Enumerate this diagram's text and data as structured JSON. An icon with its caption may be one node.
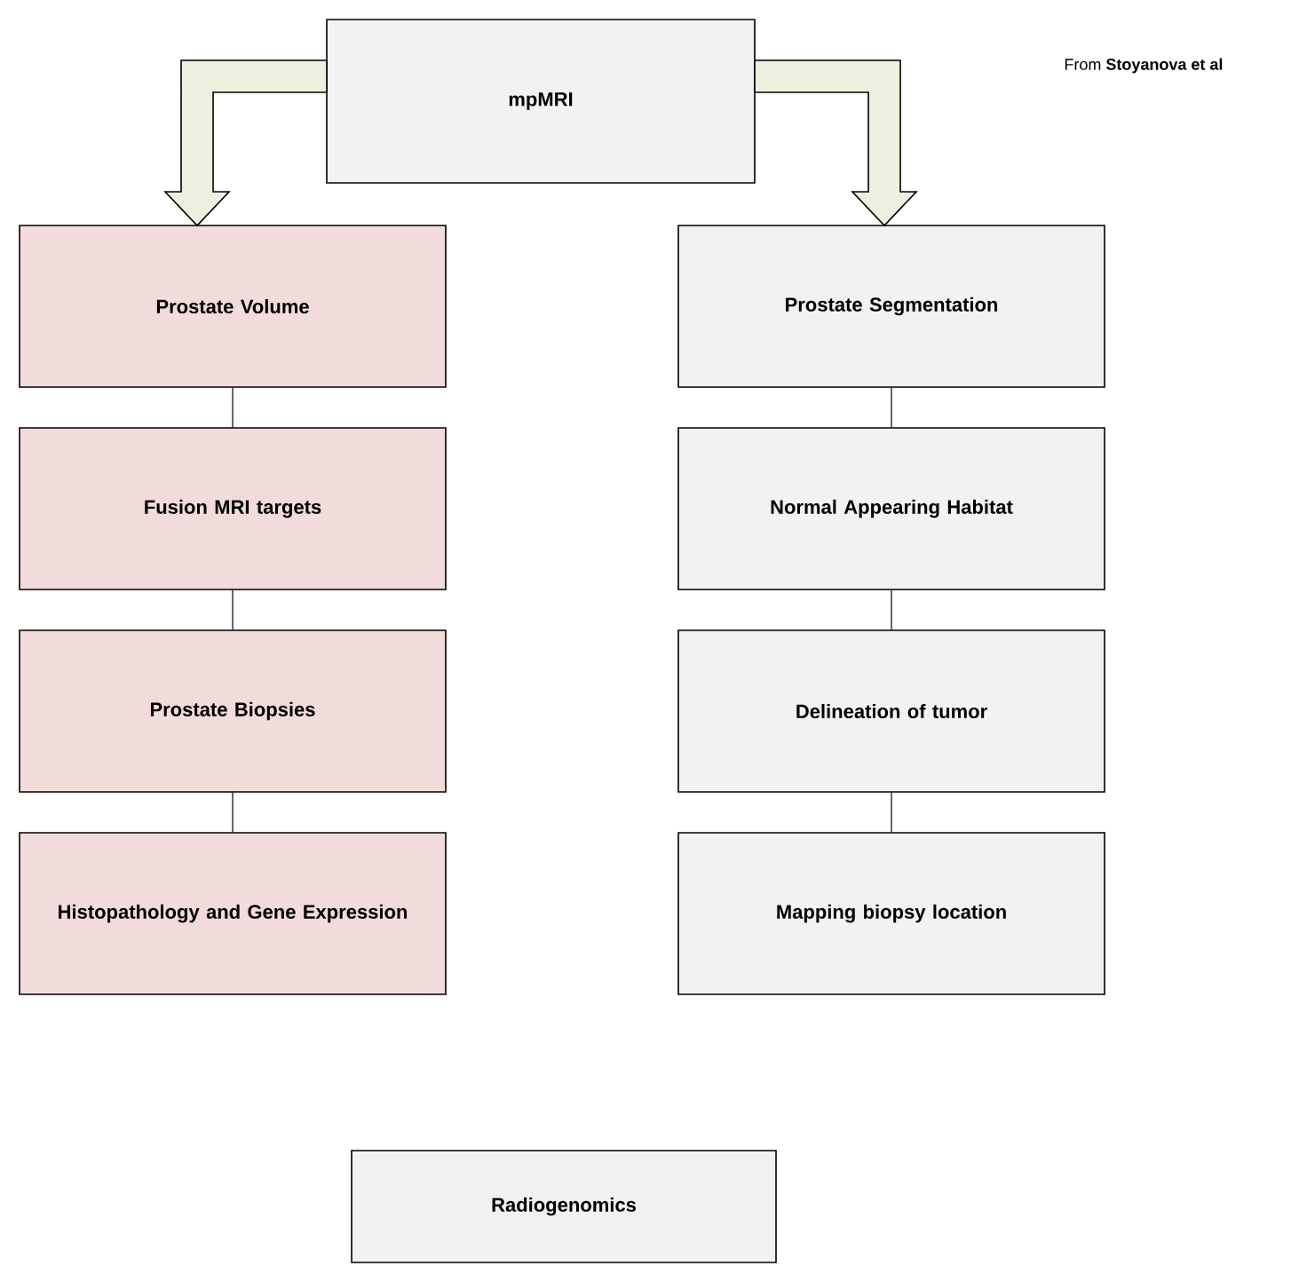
{
  "diagram": {
    "nodes": [
      {
        "text": [
          "mpMRI"
        ]
      },
      {
        "text": [
          "Prostate Volume"
        ]
      },
      {
        "text": [
          "Fusion MRI targets"
        ]
      },
      {
        "text": [
          "Prostate Biopsies"
        ]
      },
      {
        "text": [
          "Histopathology and Gene Expression"
        ]
      },
      {
        "text": [
          "Prostate Segmentation"
        ]
      },
      {
        "text": [
          "Normal Appearing Habitat"
        ]
      },
      {
        "text": [
          "Delineation of tumor"
        ]
      },
      {
        "text": [
          "Mapping biopsy location"
        ]
      },
      {
        "text": [
          "Radiogenomics"
        ]
      }
    ],
    "edges": [
      {
        "from": 0,
        "to": 1,
        "arrow": "to",
        "style": "thick",
        "color": "#ebf1de"
      },
      {
        "from": 0,
        "to": 5,
        "arrow": "to",
        "style": "thick",
        "color": "#ebf1de"
      },
      {
        "from": 1,
        "to": 2,
        "arrow": "none"
      },
      {
        "from": 2,
        "to": 3,
        "arrow": "none"
      },
      {
        "from": 3,
        "to": 4,
        "arrow": "none"
      },
      {
        "from": 5,
        "to": 6,
        "arrow": "none"
      },
      {
        "from": 6,
        "to": 7,
        "arrow": "none"
      },
      {
        "from": 7,
        "to": 8,
        "arrow": "none"
      }
    ],
    "labels": [
      "From **Stoyanova et al**"
    ]
  }
}
